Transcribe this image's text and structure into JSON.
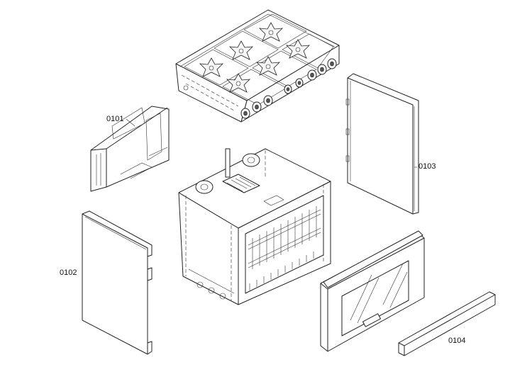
{
  "labels": {
    "part_0101": "0101",
    "part_0102": "0102",
    "part_0103": "0103",
    "part_0104": "0104"
  }
}
